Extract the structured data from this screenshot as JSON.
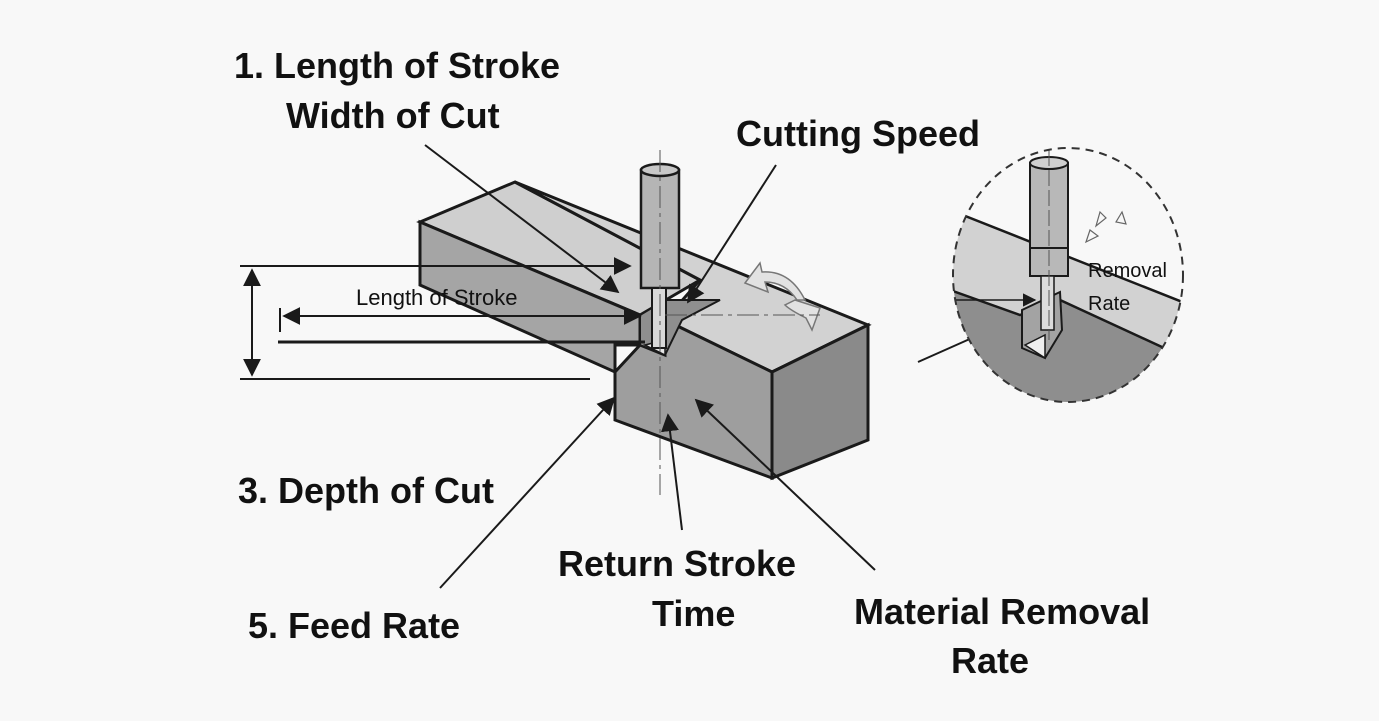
{
  "diagram": {
    "title_label_line1": "1. Length of Stroke",
    "title_label_line2": "Width of Cut",
    "cutting_speed": "Cutting Speed",
    "length_of_stroke_dim": "Length of Stroke",
    "depth_of_cut": "3. Depth of Cut",
    "feed_rate": "5. Feed Rate",
    "return_stroke_line1": "Return Stroke",
    "return_stroke_line2": "Time",
    "mrr_line1": "Material Removal",
    "mrr_line2": "Rate",
    "inset_line1": "Removal",
    "inset_line2": "Rate"
  },
  "colors": {
    "background": "#f8f8f8",
    "top_face": "#cfcfcf",
    "front_face": "#a9a9a9",
    "side_face": "#8c8c8c",
    "tool": "#b8b8b8",
    "line": "#1a1a1a"
  }
}
